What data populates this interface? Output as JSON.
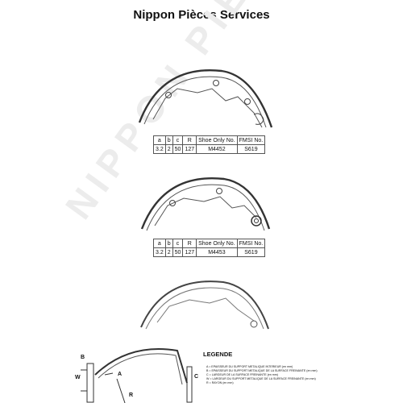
{
  "title": "Nippon Pièces Services",
  "watermark": "NIPPON PIÈCES SERVICES",
  "tables": [
    {
      "headers": [
        "a",
        "b",
        "c",
        "R",
        "Shoe Only No.",
        "FMSI No."
      ],
      "row": [
        "3.2",
        "2",
        "50",
        "127",
        "M4452",
        "S619"
      ]
    },
    {
      "headers": [
        "a",
        "b",
        "c",
        "R",
        "Shoe Only No.",
        "FMSI No."
      ],
      "row": [
        "3.2",
        "2",
        "50",
        "127",
        "M4453",
        "S619"
      ]
    }
  ],
  "legend": {
    "title": "LEGENDE",
    "lines": [
      "A = EPAISSEUR DU SUPPORT METALIQUE INTERIEUR (en mm)",
      "B = EPAISSEUR DU SUPPORT METALIQUE DE LA SURFACE FREINANTE (en mm)",
      "C = LARGEUR DE LA SURFACE FREINANTE (en mm)",
      "W = LARGEUR DU SUPPORT METALIQUE DE LA SURFACE FREINANTE (en mm)",
      "R = RAYON (en mm)"
    ]
  },
  "dims": {
    "a": "A",
    "b": "B",
    "c": "C",
    "w": "W",
    "r": "R"
  },
  "icons": [
    "brake-shoe-drawing",
    "brake-shoe-drawing",
    "brake-shoe-drawing",
    "brake-shoe-cross-section"
  ]
}
